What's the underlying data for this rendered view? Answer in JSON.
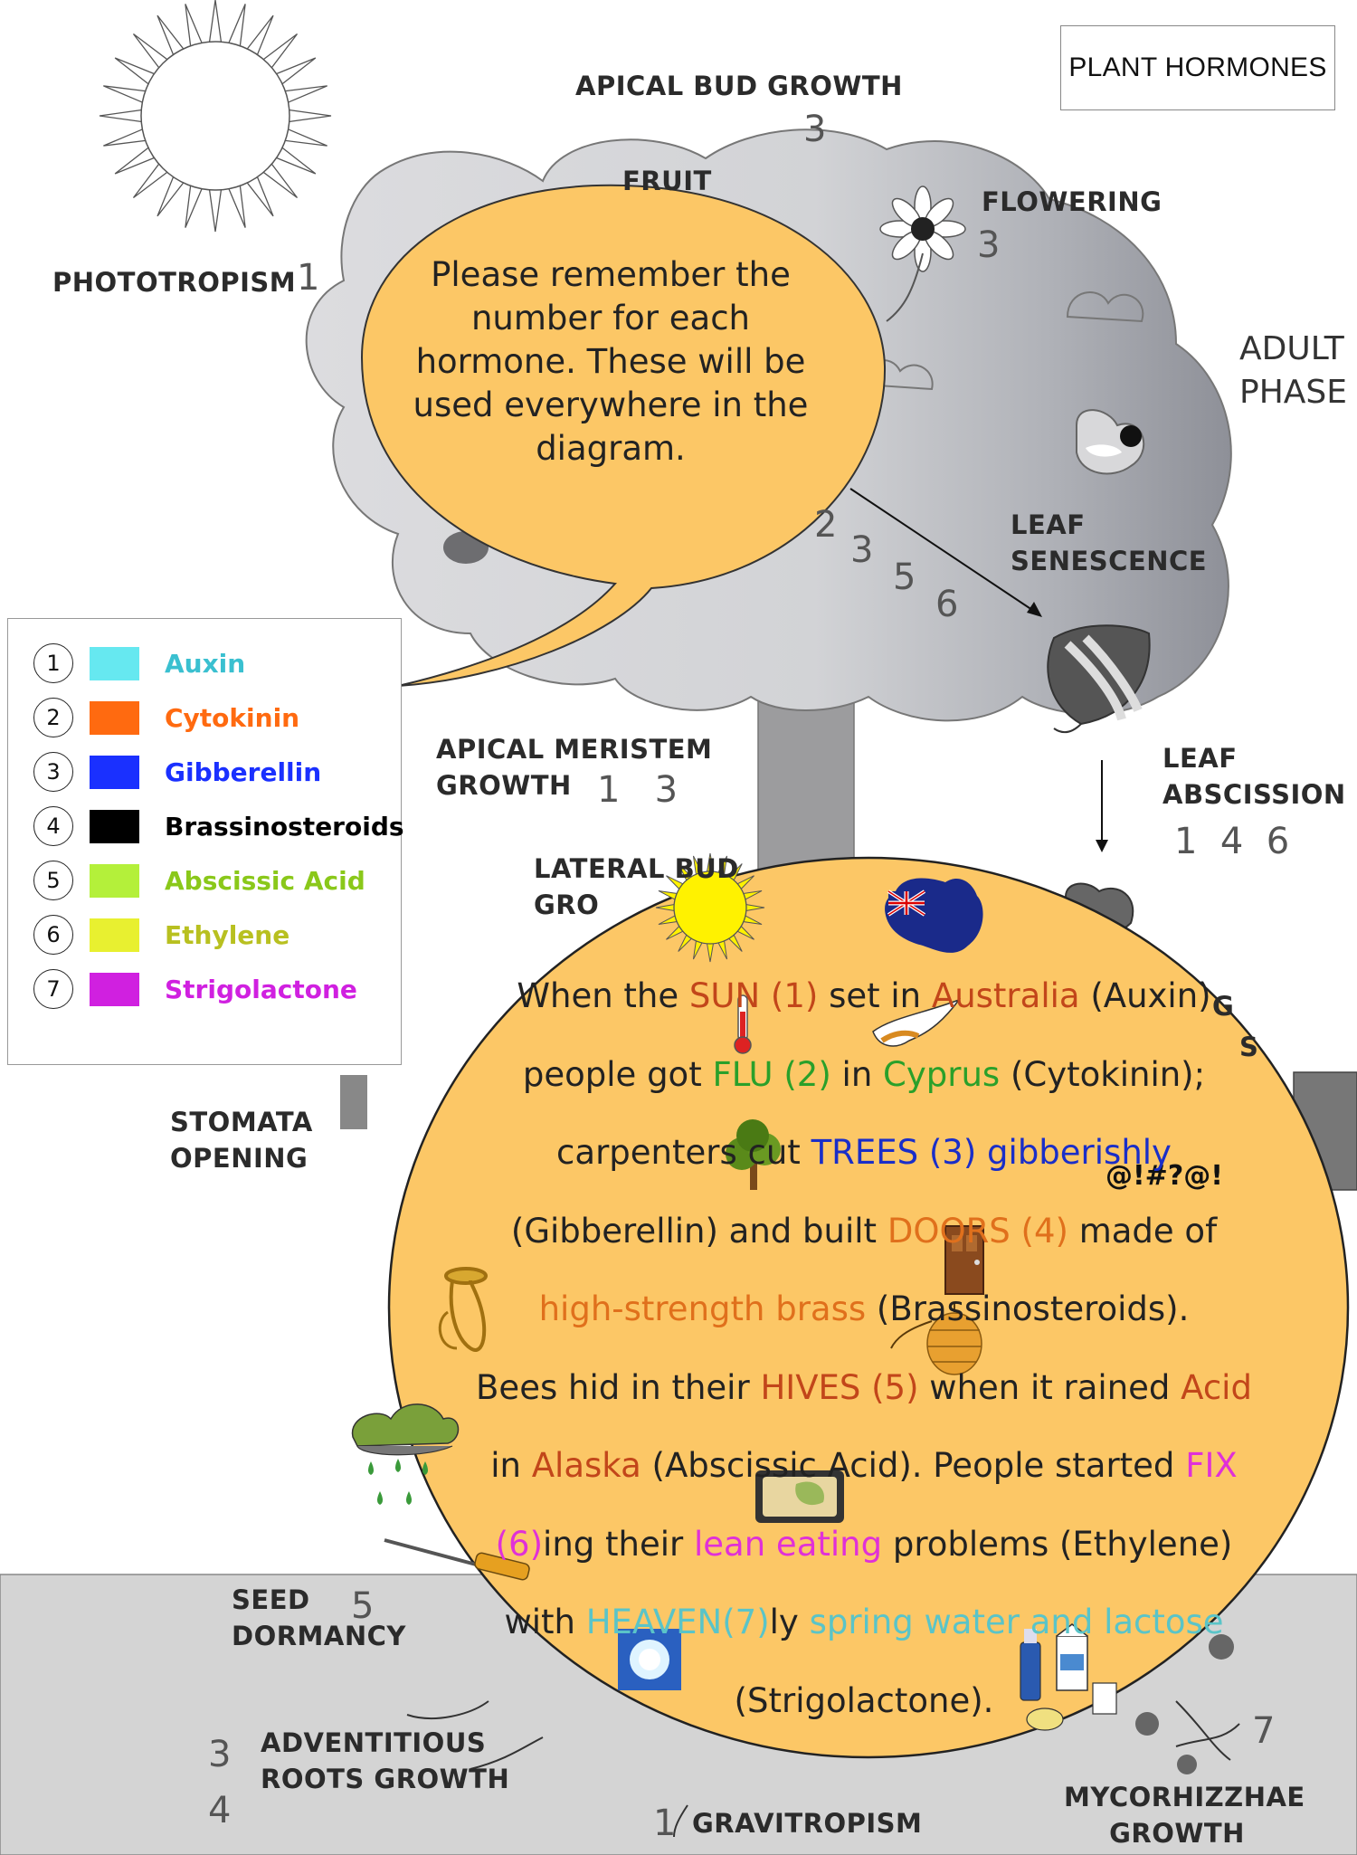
{
  "title": "PLANT HORMONES",
  "phase": [
    "ADULT",
    "PHASE"
  ],
  "labels": {
    "phototropism": "PHOTOTROPISM",
    "apical_bud_growth": "APICAL BUD GROWTH",
    "fruit": "FRUIT",
    "flowering": "FLOWERING",
    "leaf_senescence": [
      "LEAF",
      "SENESCENCE"
    ],
    "leaf_abscission": [
      "LEAF",
      "ABSCISSION"
    ],
    "apical_meristem_growth": [
      "APICAL MERISTEM",
      "GROWTH"
    ],
    "lateral_bud": [
      "LATERAL BUD",
      "GRO"
    ],
    "stomata_opening": [
      "STOMATA",
      "OPENING"
    ],
    "seed_dormancy": [
      "SEED",
      "DORMANCY"
    ],
    "adventitious_roots_growth": [
      "ADVENTITIOUS",
      "ROOTS GROWTH"
    ],
    "gravitropism": "GRAVITROPISM",
    "mycorrhizzhae_growth": [
      "MYCORHIZZHAE",
      "GROWTH"
    ],
    "partial_right_1": "G",
    "partial_right_2": "S"
  },
  "numbers": {
    "phototropism": "1",
    "apical_bud_growth": "3",
    "flowering": "3",
    "leaf_senescence": [
      "2",
      "3",
      "5",
      "6"
    ],
    "leaf_abscission": "1  4  6",
    "apical_meristem_growth": "1   3",
    "seed_dormancy": "5",
    "adventitious_roots_growth": [
      "3",
      "4"
    ],
    "gravitropism": "1",
    "mycorrhizzhae_growth": "7"
  },
  "legend": [
    {
      "num": "1",
      "name": "Auxin",
      "color": "#66e8f0"
    },
    {
      "num": "2",
      "name": "Cytokinin",
      "color": "#ff6a10"
    },
    {
      "num": "3",
      "name": "Gibberellin",
      "color": "#1a30ff"
    },
    {
      "num": "4",
      "name": "Brassinosteroids",
      "color": "#000000"
    },
    {
      "num": "5",
      "name": "Abscissic Acid",
      "color": "#b4f03a"
    },
    {
      "num": "6",
      "name": "Ethylene",
      "color": "#e8f030"
    },
    {
      "num": "7",
      "name": "Strigolactone",
      "color": "#d020e0"
    }
  ],
  "bubble": "Please remember the number for each hormone. These will be used everywhere in the diagram.",
  "symbols": "@!#?@!",
  "mnemonic": [
    [
      "When the ",
      "SUN (1)",
      " set in ",
      "Australia",
      " (Auxin)"
    ],
    [
      "people got ",
      "FLU (2)",
      " in ",
      "Cyprus",
      " (Cytokinin);"
    ],
    [
      "carpenters cut ",
      "TREES (3) gibberishly"
    ],
    [
      "(Gibberellin) and built ",
      "DOORS (4)",
      " made of"
    ],
    [
      "high-strength brass",
      " (Brassinosteroids)."
    ],
    [
      "Bees hid in their ",
      "HIVES (5)",
      " when it rained ",
      "Acid"
    ],
    [
      "in ",
      "Alaska",
      " (Abscissic Acid). People started ",
      "FIX"
    ],
    [
      "(6)",
      "ing their ",
      "lean eating",
      " problems (Ethylene)"
    ],
    [
      "with ",
      "HEAVEN(7)",
      "ly ",
      "spring water and lactose"
    ],
    [
      "(Strigolactone)."
    ]
  ],
  "colors": {
    "tree": "#d6d6d8",
    "tree_dark": "#8e9098",
    "ground": "#d4d4d4",
    "bubble": "#fcc766",
    "sun_bright": "#fff200"
  }
}
